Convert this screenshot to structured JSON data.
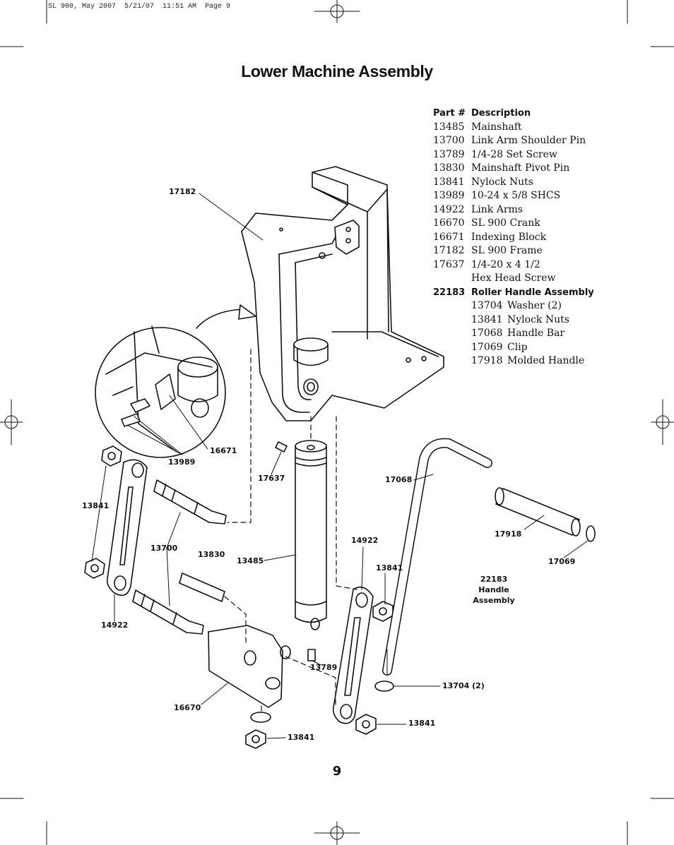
{
  "slug": "SL 900, May 2007  5/21/07  11:51 AM  Page 9",
  "title": "Lower Machine Assembly",
  "page_number": "9",
  "legend": {
    "header_part": "Part #",
    "header_desc": "Description",
    "rows": [
      {
        "part": "13485",
        "desc": "Mainshaft"
      },
      {
        "part": "13700",
        "desc": "Link Arm Shoulder Pin"
      },
      {
        "part": "13789",
        "desc": "1/4-28 Set Screw"
      },
      {
        "part": "13830",
        "desc": "Mainshaft Pivot Pin"
      },
      {
        "part": "13841",
        "desc": "Nylock Nuts"
      },
      {
        "part": "13989",
        "desc": "10-24 x 5/8 SHCS"
      },
      {
        "part": "14922",
        "desc": "Link Arms"
      },
      {
        "part": "16670",
        "desc": "SL 900 Crank"
      },
      {
        "part": "16671",
        "desc": "Indexing Block"
      },
      {
        "part": "17182",
        "desc": "SL 900 Frame"
      },
      {
        "part": "17637",
        "desc": "1/4-20 x 4 1/2"
      },
      {
        "part": "",
        "desc": "Hex Head Screw"
      }
    ],
    "assembly": {
      "part": "22183",
      "desc": "Roller Handle Assembly"
    },
    "sub_rows": [
      {
        "part": "13704",
        "desc": "Washer (2)"
      },
      {
        "part": "13841",
        "desc": "Nylock Nuts"
      },
      {
        "part": "17068",
        "desc": "Handle Bar"
      },
      {
        "part": "17069",
        "desc": "Clip"
      },
      {
        "part": "17918",
        "desc": "Molded Handle"
      }
    ]
  },
  "callouts": {
    "c17182": "17182",
    "c16671": "16671",
    "c13989": "13989",
    "c17637": "17637",
    "c17068": "17068",
    "c13841a": "13841",
    "c13700": "13700",
    "c13830": "13830",
    "c13485": "13485",
    "c14922a": "14922",
    "c13841b": "13841",
    "c17918": "17918",
    "c17069": "17069",
    "c14922b": "14922",
    "c13789": "13789",
    "c13704": "13704 (2)",
    "c16670": "16670",
    "c13841c": "13841",
    "c13841d": "13841",
    "handle_assembly_num": "22183",
    "handle_assembly_l1": "Handle",
    "handle_assembly_l2": "Assembly"
  }
}
